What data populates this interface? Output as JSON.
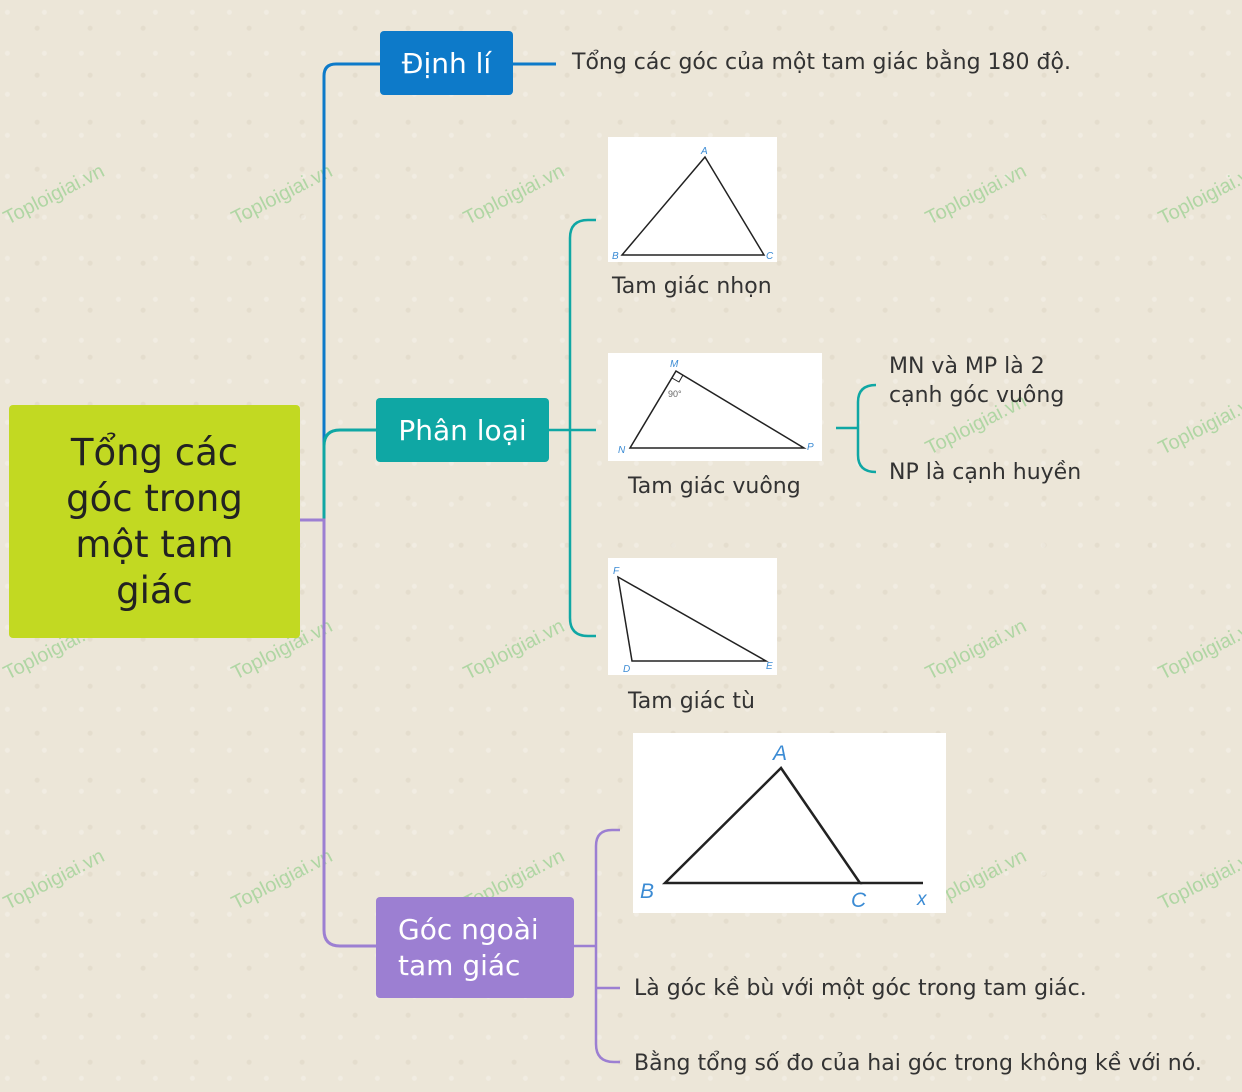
{
  "root": {
    "title": "Tổng các góc trong một tam giác"
  },
  "branches": {
    "dinh_li": {
      "label": "Định lí",
      "statement": "Tổng các góc của một tam giác bằng 180 độ.",
      "color": "#0d7ac9"
    },
    "phan_loai": {
      "label": "Phân loại",
      "color": "#0fa7a4",
      "items": [
        {
          "caption": "Tam giác nhọn",
          "vertices": [
            "A",
            "B",
            "C"
          ]
        },
        {
          "caption": "Tam giác vuông",
          "vertices": [
            "M",
            "N",
            "P"
          ],
          "angle_label": "90°",
          "notes": [
            "MN và MP là 2 cạnh góc vuông",
            "NP là cạnh huyền"
          ]
        },
        {
          "caption": "Tam giác tù",
          "vertices": [
            "F",
            "D",
            "E"
          ]
        }
      ]
    },
    "goc_ngoai": {
      "label": "Góc ngoài tam giác",
      "color": "#9c7fd2",
      "figure_vertices": [
        "A",
        "B",
        "C",
        "x"
      ],
      "notes": [
        "Là góc kề bù với một góc trong tam giác.",
        "Bằng tổng số đo của hai góc trong không kề với nó."
      ]
    }
  },
  "watermark": "Toploigiai.vn",
  "colors": {
    "root": "#c2d922",
    "figure_lines": "#222222",
    "figure_labels": "#3b8bd4",
    "watermark": "#50be50"
  }
}
